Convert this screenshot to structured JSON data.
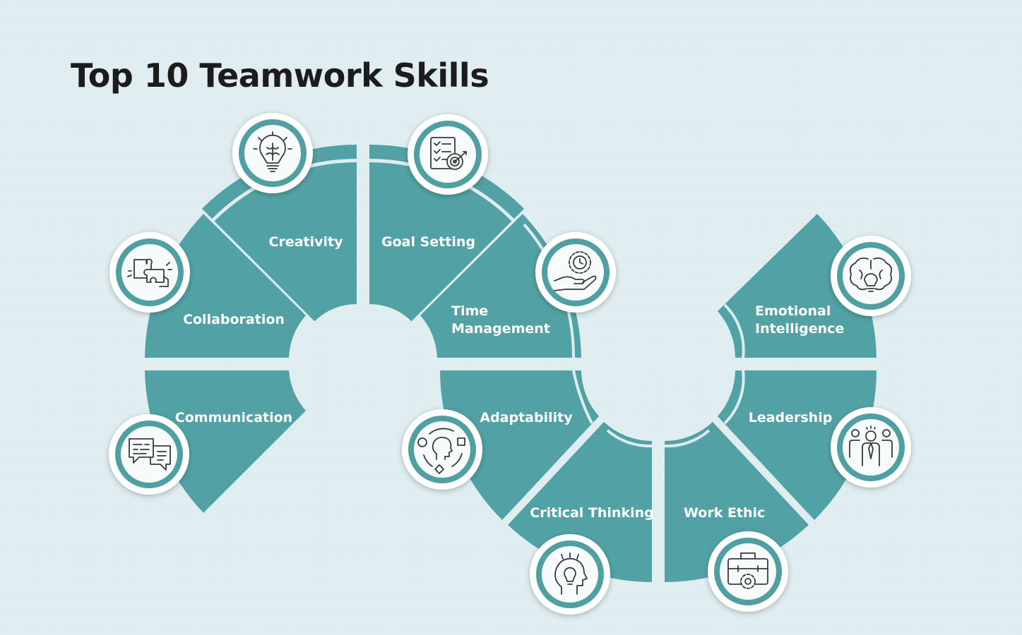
{
  "title": "Top 10 Teamwork Skills",
  "colors": {
    "background": "#dcecef",
    "segment": "#52a2a5",
    "label": "#ffffff",
    "title": "#1c1c1c"
  },
  "skills": [
    {
      "label": "Creativity",
      "icon": "brain-lightbulb-icon"
    },
    {
      "label": "Goal Setting",
      "icon": "checklist-target-icon"
    },
    {
      "label": "Collaboration",
      "icon": "puzzle-pieces-icon"
    },
    {
      "label_lines": [
        "Time",
        "Management"
      ],
      "icon": "hand-clock-gear-icon"
    },
    {
      "label_lines": [
        "Emotional",
        "Intelligence"
      ],
      "icon": "brain-heart-icon"
    },
    {
      "label": "Communication",
      "icon": "speech-bubbles-icon"
    },
    {
      "label": "Adaptability",
      "icon": "head-arrows-shapes-icon"
    },
    {
      "label": "Leadership",
      "icon": "team-leader-icon"
    },
    {
      "label": "Critical Thinking",
      "icon": "head-lightbulb-icon"
    },
    {
      "label": "Work Ethic",
      "icon": "briefcase-gear-icon"
    }
  ]
}
